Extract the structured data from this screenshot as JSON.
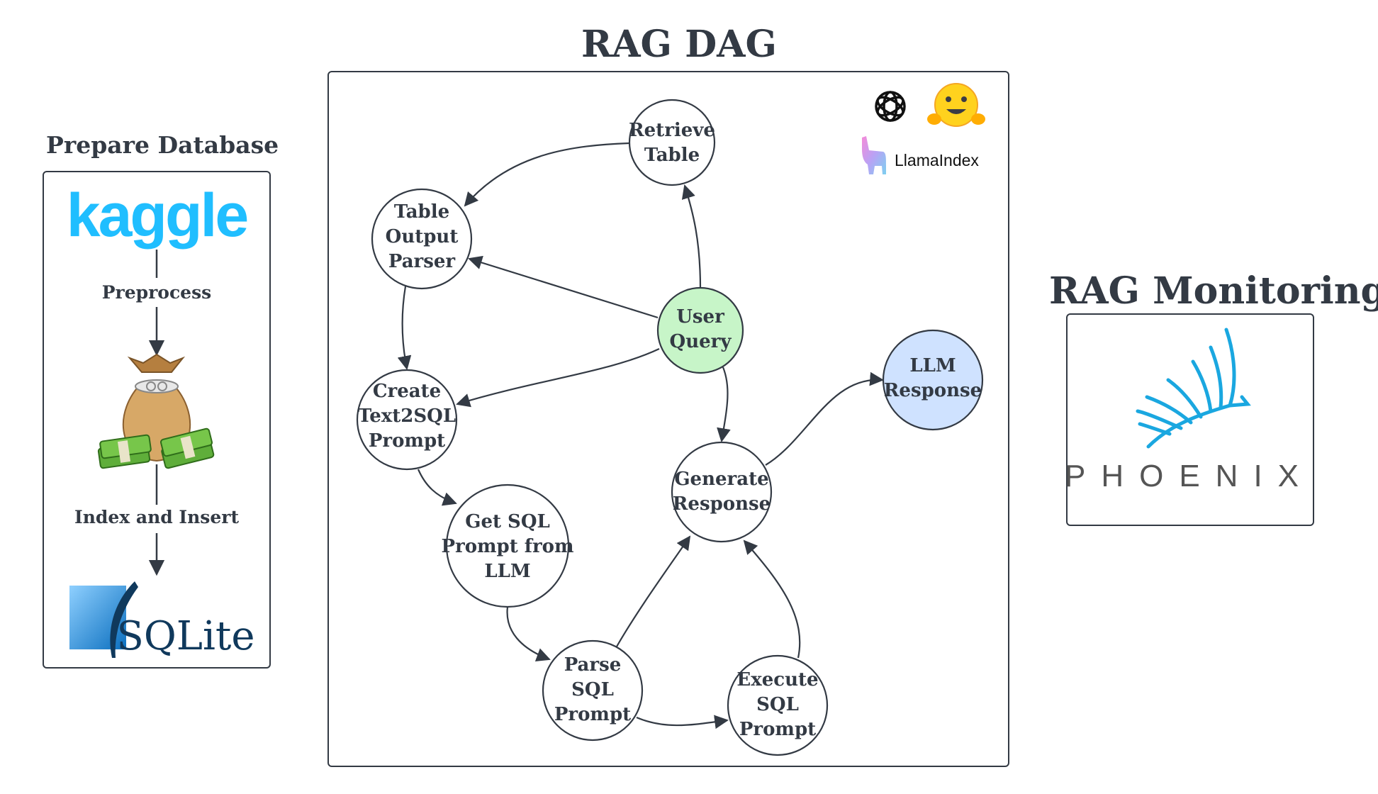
{
  "titles": {
    "rag_dag": "RAG DAG",
    "prepare_database": "Prepare Database",
    "rag_monitoring": "RAG Monitoring"
  },
  "prepare": {
    "kaggle_logo": "kaggle",
    "step1": "Preprocess",
    "step2": "Index and Insert",
    "sqlite_logo": "SQLite",
    "icons": [
      "money-bag-icon",
      "sqlite-feather-icon"
    ]
  },
  "dag": {
    "nodes": {
      "retrieve": [
        "Retrieve",
        "Table"
      ],
      "table_parser": [
        "Table",
        "Output",
        "Parser"
      ],
      "user_query": [
        "User",
        "Query"
      ],
      "llm_response": [
        "LLM",
        "Response"
      ],
      "create_prompt": [
        "Create",
        "Text2SQL",
        "Prompt"
      ],
      "get_sql": [
        "Get SQL",
        "Prompt from",
        "LLM"
      ],
      "generate": [
        "Generate",
        "Response"
      ],
      "parse_sql": [
        "Parse",
        "SQL",
        "Prompt"
      ],
      "execute_sql": [
        "Execute",
        "SQL",
        "Prompt"
      ]
    },
    "edges": [
      [
        "user_query",
        "retrieve"
      ],
      [
        "retrieve",
        "table_parser"
      ],
      [
        "user_query",
        "table_parser"
      ],
      [
        "table_parser",
        "create_prompt"
      ],
      [
        "user_query",
        "create_prompt"
      ],
      [
        "create_prompt",
        "get_sql"
      ],
      [
        "get_sql",
        "parse_sql"
      ],
      [
        "parse_sql",
        "execute_sql"
      ],
      [
        "parse_sql",
        "generate"
      ],
      [
        "execute_sql",
        "generate"
      ],
      [
        "user_query",
        "generate"
      ],
      [
        "generate",
        "llm_response"
      ]
    ],
    "llamaindex_label": "LlamaIndex",
    "logo_icons": [
      "openai-icon",
      "hugging-face-icon",
      "llama-icon"
    ]
  },
  "monitoring": {
    "phoenix_label": "PHOENIX",
    "logo_icon": "phoenix-bird-icon"
  },
  "colors": {
    "text": "#333a44",
    "user_query_fill": "#c7f5c8",
    "llm_response_fill": "#cfe2ff",
    "kaggle": "#20beff",
    "sqlite_blue": "#0f80cc",
    "phoenix": "#1aa7e0"
  }
}
